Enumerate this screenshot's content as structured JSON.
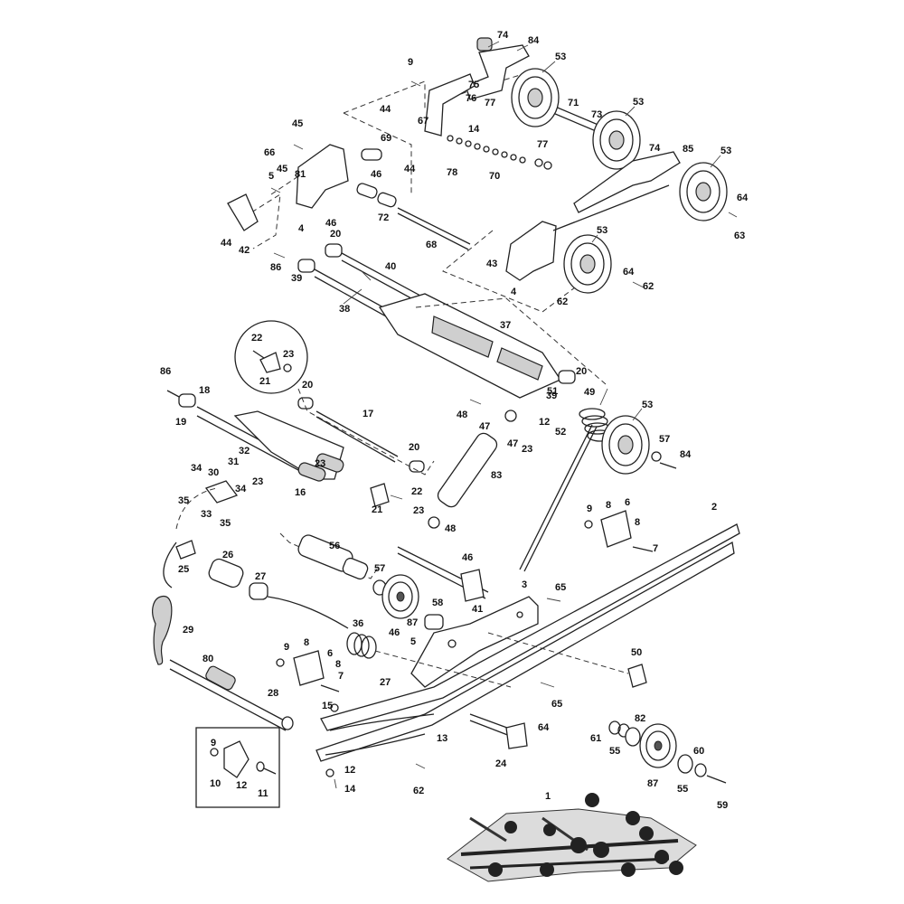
{
  "diagram": {
    "callouts": [
      {
        "id": "c74a",
        "text": "74"
      },
      {
        "id": "c84a",
        "text": "84"
      },
      {
        "id": "c53a",
        "text": "53"
      },
      {
        "id": "c9a",
        "text": "9"
      },
      {
        "id": "c75",
        "text": "75"
      },
      {
        "id": "c76",
        "text": "76"
      },
      {
        "id": "c77a",
        "text": "77"
      },
      {
        "id": "c44a",
        "text": "44"
      },
      {
        "id": "c71",
        "text": "71"
      },
      {
        "id": "c73",
        "text": "73"
      },
      {
        "id": "c53b",
        "text": "53"
      },
      {
        "id": "c67",
        "text": "67"
      },
      {
        "id": "c14a",
        "text": "14"
      },
      {
        "id": "c45a",
        "text": "45"
      },
      {
        "id": "c69",
        "text": "69"
      },
      {
        "id": "c77b",
        "text": "77"
      },
      {
        "id": "c74b",
        "text": "74"
      },
      {
        "id": "c85",
        "text": "85"
      },
      {
        "id": "c53c",
        "text": "53"
      },
      {
        "id": "c66",
        "text": "66"
      },
      {
        "id": "c44b",
        "text": "44"
      },
      {
        "id": "c46a",
        "text": "46"
      },
      {
        "id": "c81",
        "text": "81"
      },
      {
        "id": "c78",
        "text": "78"
      },
      {
        "id": "c70",
        "text": "70"
      },
      {
        "id": "c45b",
        "text": "45"
      },
      {
        "id": "c5a",
        "text": "5"
      },
      {
        "id": "c64a",
        "text": "64"
      },
      {
        "id": "c72",
        "text": "72"
      },
      {
        "id": "c4a",
        "text": "4"
      },
      {
        "id": "c46b",
        "text": "46"
      },
      {
        "id": "c63",
        "text": "63"
      },
      {
        "id": "c44c",
        "text": "44"
      },
      {
        "id": "c42",
        "text": "42"
      },
      {
        "id": "c68",
        "text": "68"
      },
      {
        "id": "c20a",
        "text": "20"
      },
      {
        "id": "c53d",
        "text": "53"
      },
      {
        "id": "c86a",
        "text": "86"
      },
      {
        "id": "c43",
        "text": "43"
      },
      {
        "id": "c40",
        "text": "40"
      },
      {
        "id": "c39a",
        "text": "39"
      },
      {
        "id": "c64b",
        "text": "64"
      },
      {
        "id": "c62a",
        "text": "62"
      },
      {
        "id": "c4b",
        "text": "4"
      },
      {
        "id": "c62b",
        "text": "62"
      },
      {
        "id": "c38",
        "text": "38"
      },
      {
        "id": "c37",
        "text": "37"
      },
      {
        "id": "c22a",
        "text": "22"
      },
      {
        "id": "c23a",
        "text": "23"
      },
      {
        "id": "c21a",
        "text": "21"
      },
      {
        "id": "c20b",
        "text": "20"
      },
      {
        "id": "c86b",
        "text": "86"
      },
      {
        "id": "c18",
        "text": "18"
      },
      {
        "id": "c20c",
        "text": "20"
      },
      {
        "id": "c51",
        "text": "51"
      },
      {
        "id": "c39b",
        "text": "39"
      },
      {
        "id": "c49",
        "text": "49"
      },
      {
        "id": "c53e",
        "text": "53"
      },
      {
        "id": "c19",
        "text": "19"
      },
      {
        "id": "c17",
        "text": "17"
      },
      {
        "id": "c48a",
        "text": "48"
      },
      {
        "id": "c47a",
        "text": "47"
      },
      {
        "id": "c12a",
        "text": "12"
      },
      {
        "id": "c52",
        "text": "52"
      },
      {
        "id": "c47b",
        "text": "47"
      },
      {
        "id": "c23b",
        "text": "23"
      },
      {
        "id": "c57a",
        "text": "57"
      },
      {
        "id": "c84b",
        "text": "84"
      },
      {
        "id": "c32",
        "text": "32"
      },
      {
        "id": "c20d",
        "text": "20"
      },
      {
        "id": "c31",
        "text": "31"
      },
      {
        "id": "c23c",
        "text": "23"
      },
      {
        "id": "c23d",
        "text": "23"
      },
      {
        "id": "c34a",
        "text": "34"
      },
      {
        "id": "c30",
        "text": "30"
      },
      {
        "id": "c83",
        "text": "83"
      },
      {
        "id": "c16",
        "text": "16"
      },
      {
        "id": "c22b",
        "text": "22"
      },
      {
        "id": "c34b",
        "text": "34"
      },
      {
        "id": "c35a",
        "text": "35"
      },
      {
        "id": "c21b",
        "text": "21"
      },
      {
        "id": "c33",
        "text": "33"
      },
      {
        "id": "c35b",
        "text": "35"
      },
      {
        "id": "c23e",
        "text": "23"
      },
      {
        "id": "c9b",
        "text": "9"
      },
      {
        "id": "c8a",
        "text": "8"
      },
      {
        "id": "c6a",
        "text": "6"
      },
      {
        "id": "c2",
        "text": "2"
      },
      {
        "id": "c8b",
        "text": "8"
      },
      {
        "id": "c48b",
        "text": "48"
      },
      {
        "id": "c56",
        "text": "56"
      },
      {
        "id": "c7a",
        "text": "7"
      },
      {
        "id": "c25",
        "text": "25"
      },
      {
        "id": "c26",
        "text": "26"
      },
      {
        "id": "c46c",
        "text": "46"
      },
      {
        "id": "c57b",
        "text": "57"
      },
      {
        "id": "c27a",
        "text": "27"
      },
      {
        "id": "c41",
        "text": "41"
      },
      {
        "id": "c3",
        "text": "3"
      },
      {
        "id": "c65a",
        "text": "65"
      },
      {
        "id": "c58",
        "text": "58"
      },
      {
        "id": "c87a",
        "text": "87"
      },
      {
        "id": "c36",
        "text": "36"
      },
      {
        "id": "c29",
        "text": "29"
      },
      {
        "id": "c46d",
        "text": "46"
      },
      {
        "id": "c5b",
        "text": "5"
      },
      {
        "id": "c9c",
        "text": "9"
      },
      {
        "id": "c8c",
        "text": "8"
      },
      {
        "id": "c6b",
        "text": "6"
      },
      {
        "id": "c50",
        "text": "50"
      },
      {
        "id": "c80",
        "text": "80"
      },
      {
        "id": "c8d",
        "text": "8"
      },
      {
        "id": "c7b",
        "text": "7"
      },
      {
        "id": "c27b",
        "text": "27"
      },
      {
        "id": "c65b",
        "text": "65"
      },
      {
        "id": "c28",
        "text": "28"
      },
      {
        "id": "c15",
        "text": "15"
      },
      {
        "id": "c82",
        "text": "82"
      },
      {
        "id": "c13",
        "text": "13"
      },
      {
        "id": "c61",
        "text": "61"
      },
      {
        "id": "c64c",
        "text": "64"
      },
      {
        "id": "c55a",
        "text": "55"
      },
      {
        "id": "c9d",
        "text": "9"
      },
      {
        "id": "c60",
        "text": "60"
      },
      {
        "id": "c24",
        "text": "24"
      },
      {
        "id": "c12b",
        "text": "12"
      },
      {
        "id": "c10",
        "text": "10"
      },
      {
        "id": "c12c",
        "text": "12"
      },
      {
        "id": "c11",
        "text": "11"
      },
      {
        "id": "c87b",
        "text": "87"
      },
      {
        "id": "c55b",
        "text": "55"
      },
      {
        "id": "c14b",
        "text": "14"
      },
      {
        "id": "c62c",
        "text": "62"
      },
      {
        "id": "c59",
        "text": "59"
      },
      {
        "id": "c1",
        "text": "1"
      }
    ]
  }
}
